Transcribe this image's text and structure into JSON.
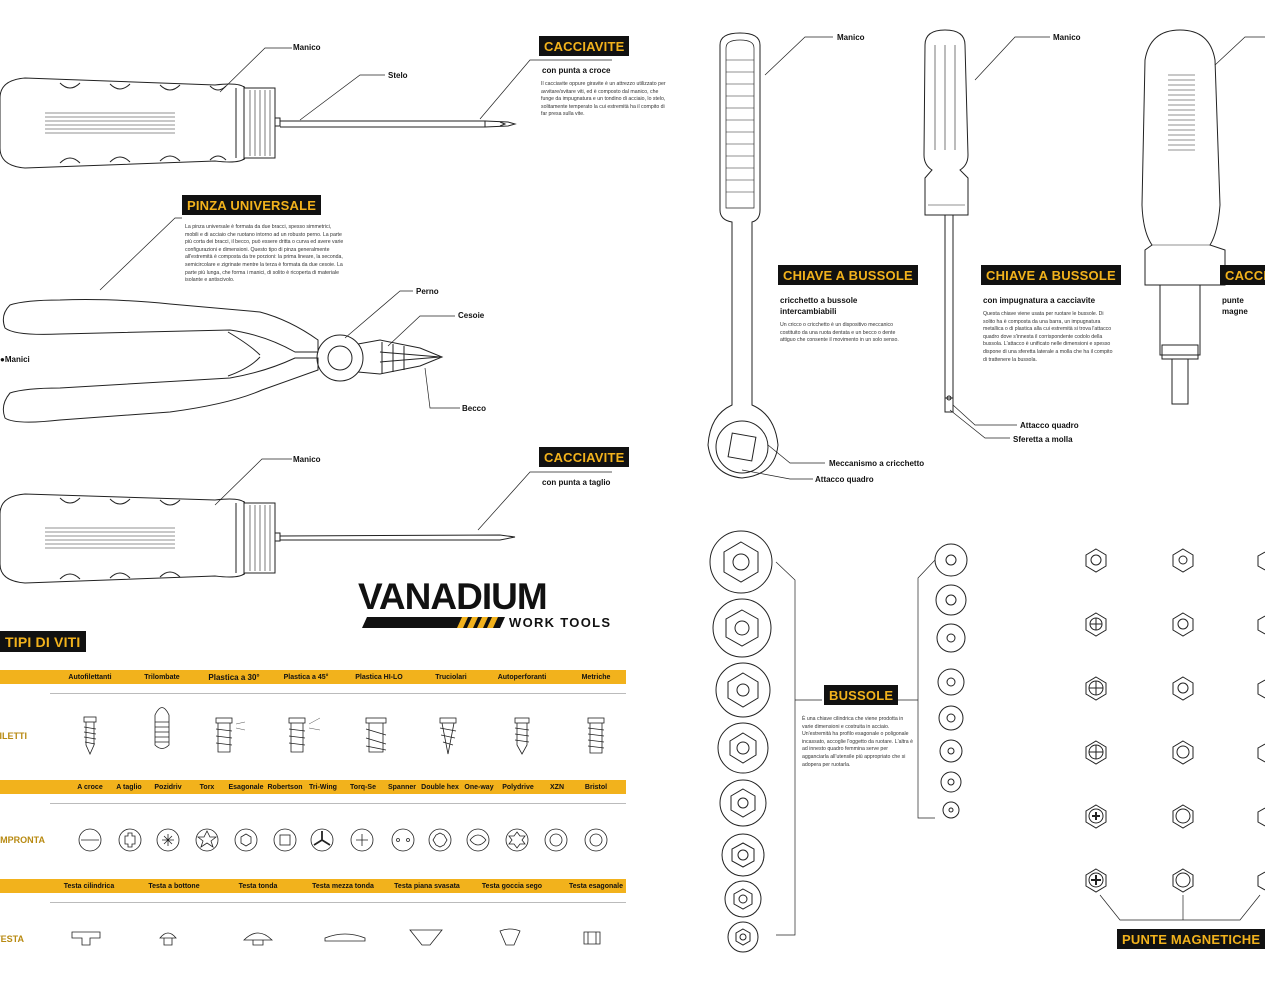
{
  "left": {
    "screwdriver_cross": {
      "title": "CACCIAVITE",
      "subtitle": "con punta a croce",
      "description": "Il cacciavite oppure giravite è un attrezzo utilizzato per avvitare/svitare viti, ed è composto dal manico, che funge da impugnatura e un tondino di acciaio, lo stelo, solitamente temperato la cui estremità ha il compito di far presa sulla vite.",
      "label_handle": "Manico",
      "label_shaft": "Stelo"
    },
    "pliers": {
      "title": "PINZA UNIVERSALE",
      "description": "La pinza universale è formata da due bracci, spesso simmetrici, mobili e di acciaio che ruotano intorno ad un robusto perno. La parte più corta dei bracci, il becco, può essere dritta o curva ed avere varie configurazioni e dimensioni. Questo tipo di pinza generalmente all'estremità è composta da tre porzioni: la prima lineare, la seconda, semicircolare e zigrinate mentre la terza è formata da due cesoie. La parte più lunga, che forma i manici, di solito è ricoperta di materiale isolante e antiscivolo.",
      "label_pivot": "Perno",
      "label_shears": "Cesoie",
      "label_handles": "Manici",
      "label_jaw": "Becco"
    },
    "screwdriver_flat": {
      "title": "CACCIAVITE",
      "subtitle": "con punta a taglio",
      "label_handle": "Manico"
    },
    "logo": {
      "brand": "VANADIUM",
      "tagline": "WORK TOOLS"
    },
    "screw_types": {
      "title": "TIPI DI VITI",
      "threads_label": "FILETTI",
      "threads": [
        "Autofilettanti",
        "Trilombate",
        "Plastica a 30°",
        "Plastica a 45°",
        "Plastica HI-LO",
        "Truciolari",
        "Autoperforanti",
        "Metriche"
      ],
      "drive_label": "IMPRONTA",
      "drives": [
        "A croce",
        "A taglio",
        "Pozidriv",
        "Torx",
        "Esagonale",
        "Robertson",
        "Tri-Wing",
        "Torq-Se",
        "Spanner",
        "Double hex",
        "One-way",
        "Polydrive",
        "XZN",
        "Bristol"
      ],
      "head_label": "TESTA",
      "heads": [
        "Testa cilindrica",
        "Testa a bottone",
        "Testa tonda",
        "Testa mezza tonda",
        "Testa piana svasata",
        "Testa goccia sego",
        "Testa esagonale"
      ]
    }
  },
  "right": {
    "ratchet": {
      "title": "CHIAVE A BUSSOLE",
      "subtitle": "cricchetto a bussole intercambiabili",
      "description": "Un cricco o cricchetto è un dispositivo meccanico costituito da una ruota dentata e un becco o dente attiguo che consente il movimento in un solo senso.",
      "label_handle": "Manico",
      "label_mechanism": "Meccanismo a cricchetto",
      "label_drive": "Attacco quadro"
    },
    "socket_driver": {
      "title": "CHIAVE A BUSSOLE",
      "subtitle": "con impugnatura a cacciavite",
      "description": "Questa chiave viene usata per ruotare le bussole. Di solito ha è composta da una barra, un impugnatura metallica o di plastica alla cui estremità si trova l'attacco quadro dove s'innesta il corrispondente codolo della bussola. L'attacco è unificato nelle dimensioni e spesso dispone di una sferetta laterale a molla che ha il compito di trattenere la bussola.",
      "label_handle": "Manico",
      "label_drive": "Attacco quadro",
      "label_ball": "Sferetta a molla"
    },
    "bit_driver": {
      "title": "CACCIA",
      "subtitle": "punte magne intercambia"
    },
    "sockets": {
      "title": "BUSSOLE",
      "description": "È una chiave cilindrica che viene prodotta in varie dimensioni e costruita in acciaio. Un'estremità ha profilo esagonale o poligonale incassato, accoglie l'oggetto da ruotare. L'altra è ad innesto quadro femmina serve per agganciarla all'utensile più appropriato che si adopera per ruotarla."
    },
    "bits": {
      "title": "PUNTE MAGNETICHE"
    }
  }
}
